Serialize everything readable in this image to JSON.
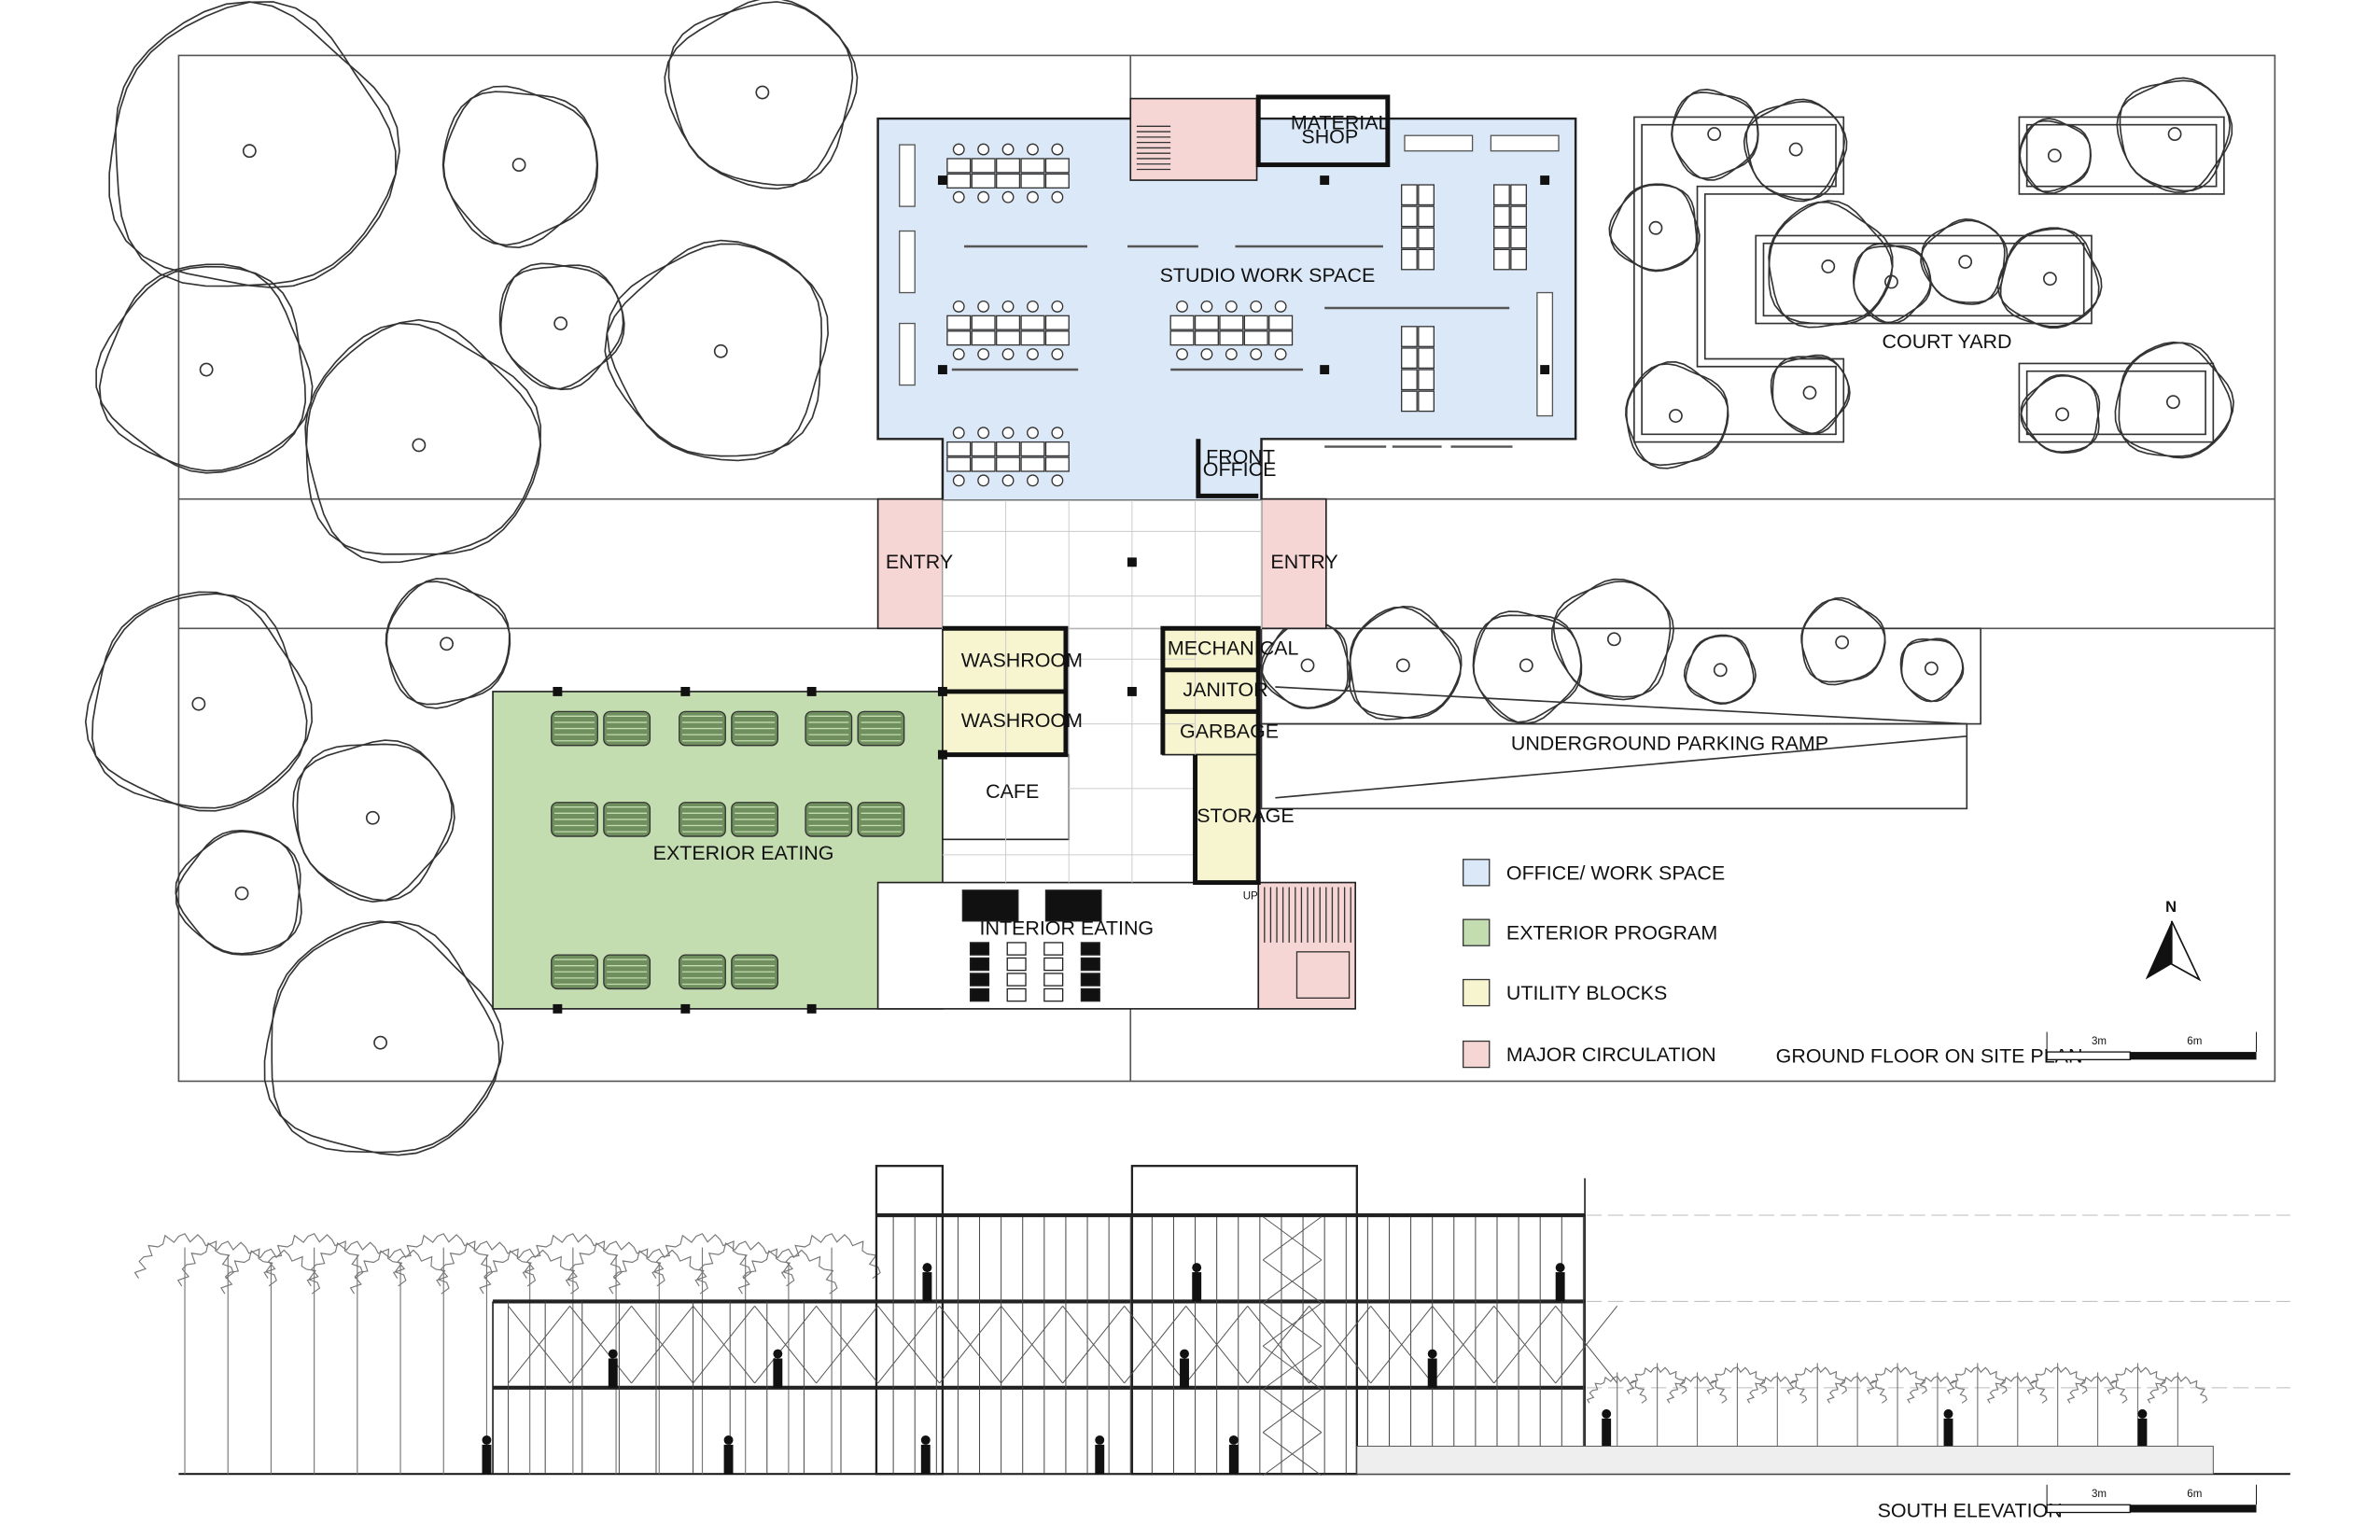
{
  "plan": {
    "rooms": {
      "studio": "STUDIO WORK SPACE",
      "material_shop": [
        "MATERIAL",
        "SHOP"
      ],
      "front_office": [
        "FRONT",
        "OFFICE"
      ],
      "court_yard": "COURT YARD",
      "entry_west": "ENTRY",
      "entry_east": "ENTRY",
      "washroom_1": "WASHROOM",
      "washroom_2": "WASHROOM",
      "mechanical": "MECHANICAL",
      "janitor": "JANITOR",
      "garbage": "GARBAGE",
      "storage": "STORAGE",
      "cafe": "CAFE",
      "exterior_eating": "EXTERIOR EATING",
      "interior_eating": "INTERIOR EATING",
      "parking_ramp": "UNDERGROUND PARKING RAMP",
      "up": "UP"
    }
  },
  "legend": [
    {
      "label": "OFFICE/ WORK SPACE",
      "color": "#dbe8f7"
    },
    {
      "label": "EXTERIOR PROGRAM",
      "color": "#c3dcb0"
    },
    {
      "label": "UTILITY BLOCKS",
      "color": "#f7f4d0"
    },
    {
      "label": "MAJOR CIRCULATION",
      "color": "#f6d5d5"
    }
  ],
  "north_label": "N",
  "plan_title": "GROUND FLOOR ON SITE PLAN",
  "elevation_title": "SOUTH ELEVATION",
  "scale_bar": {
    "label_a": "3m",
    "label_b": "6m"
  },
  "colors": {
    "office": "#dbe8f7",
    "exterior": "#c3dcb0",
    "utility": "#f7f4d0",
    "circulation": "#f6d5d5",
    "line": "#222222"
  }
}
